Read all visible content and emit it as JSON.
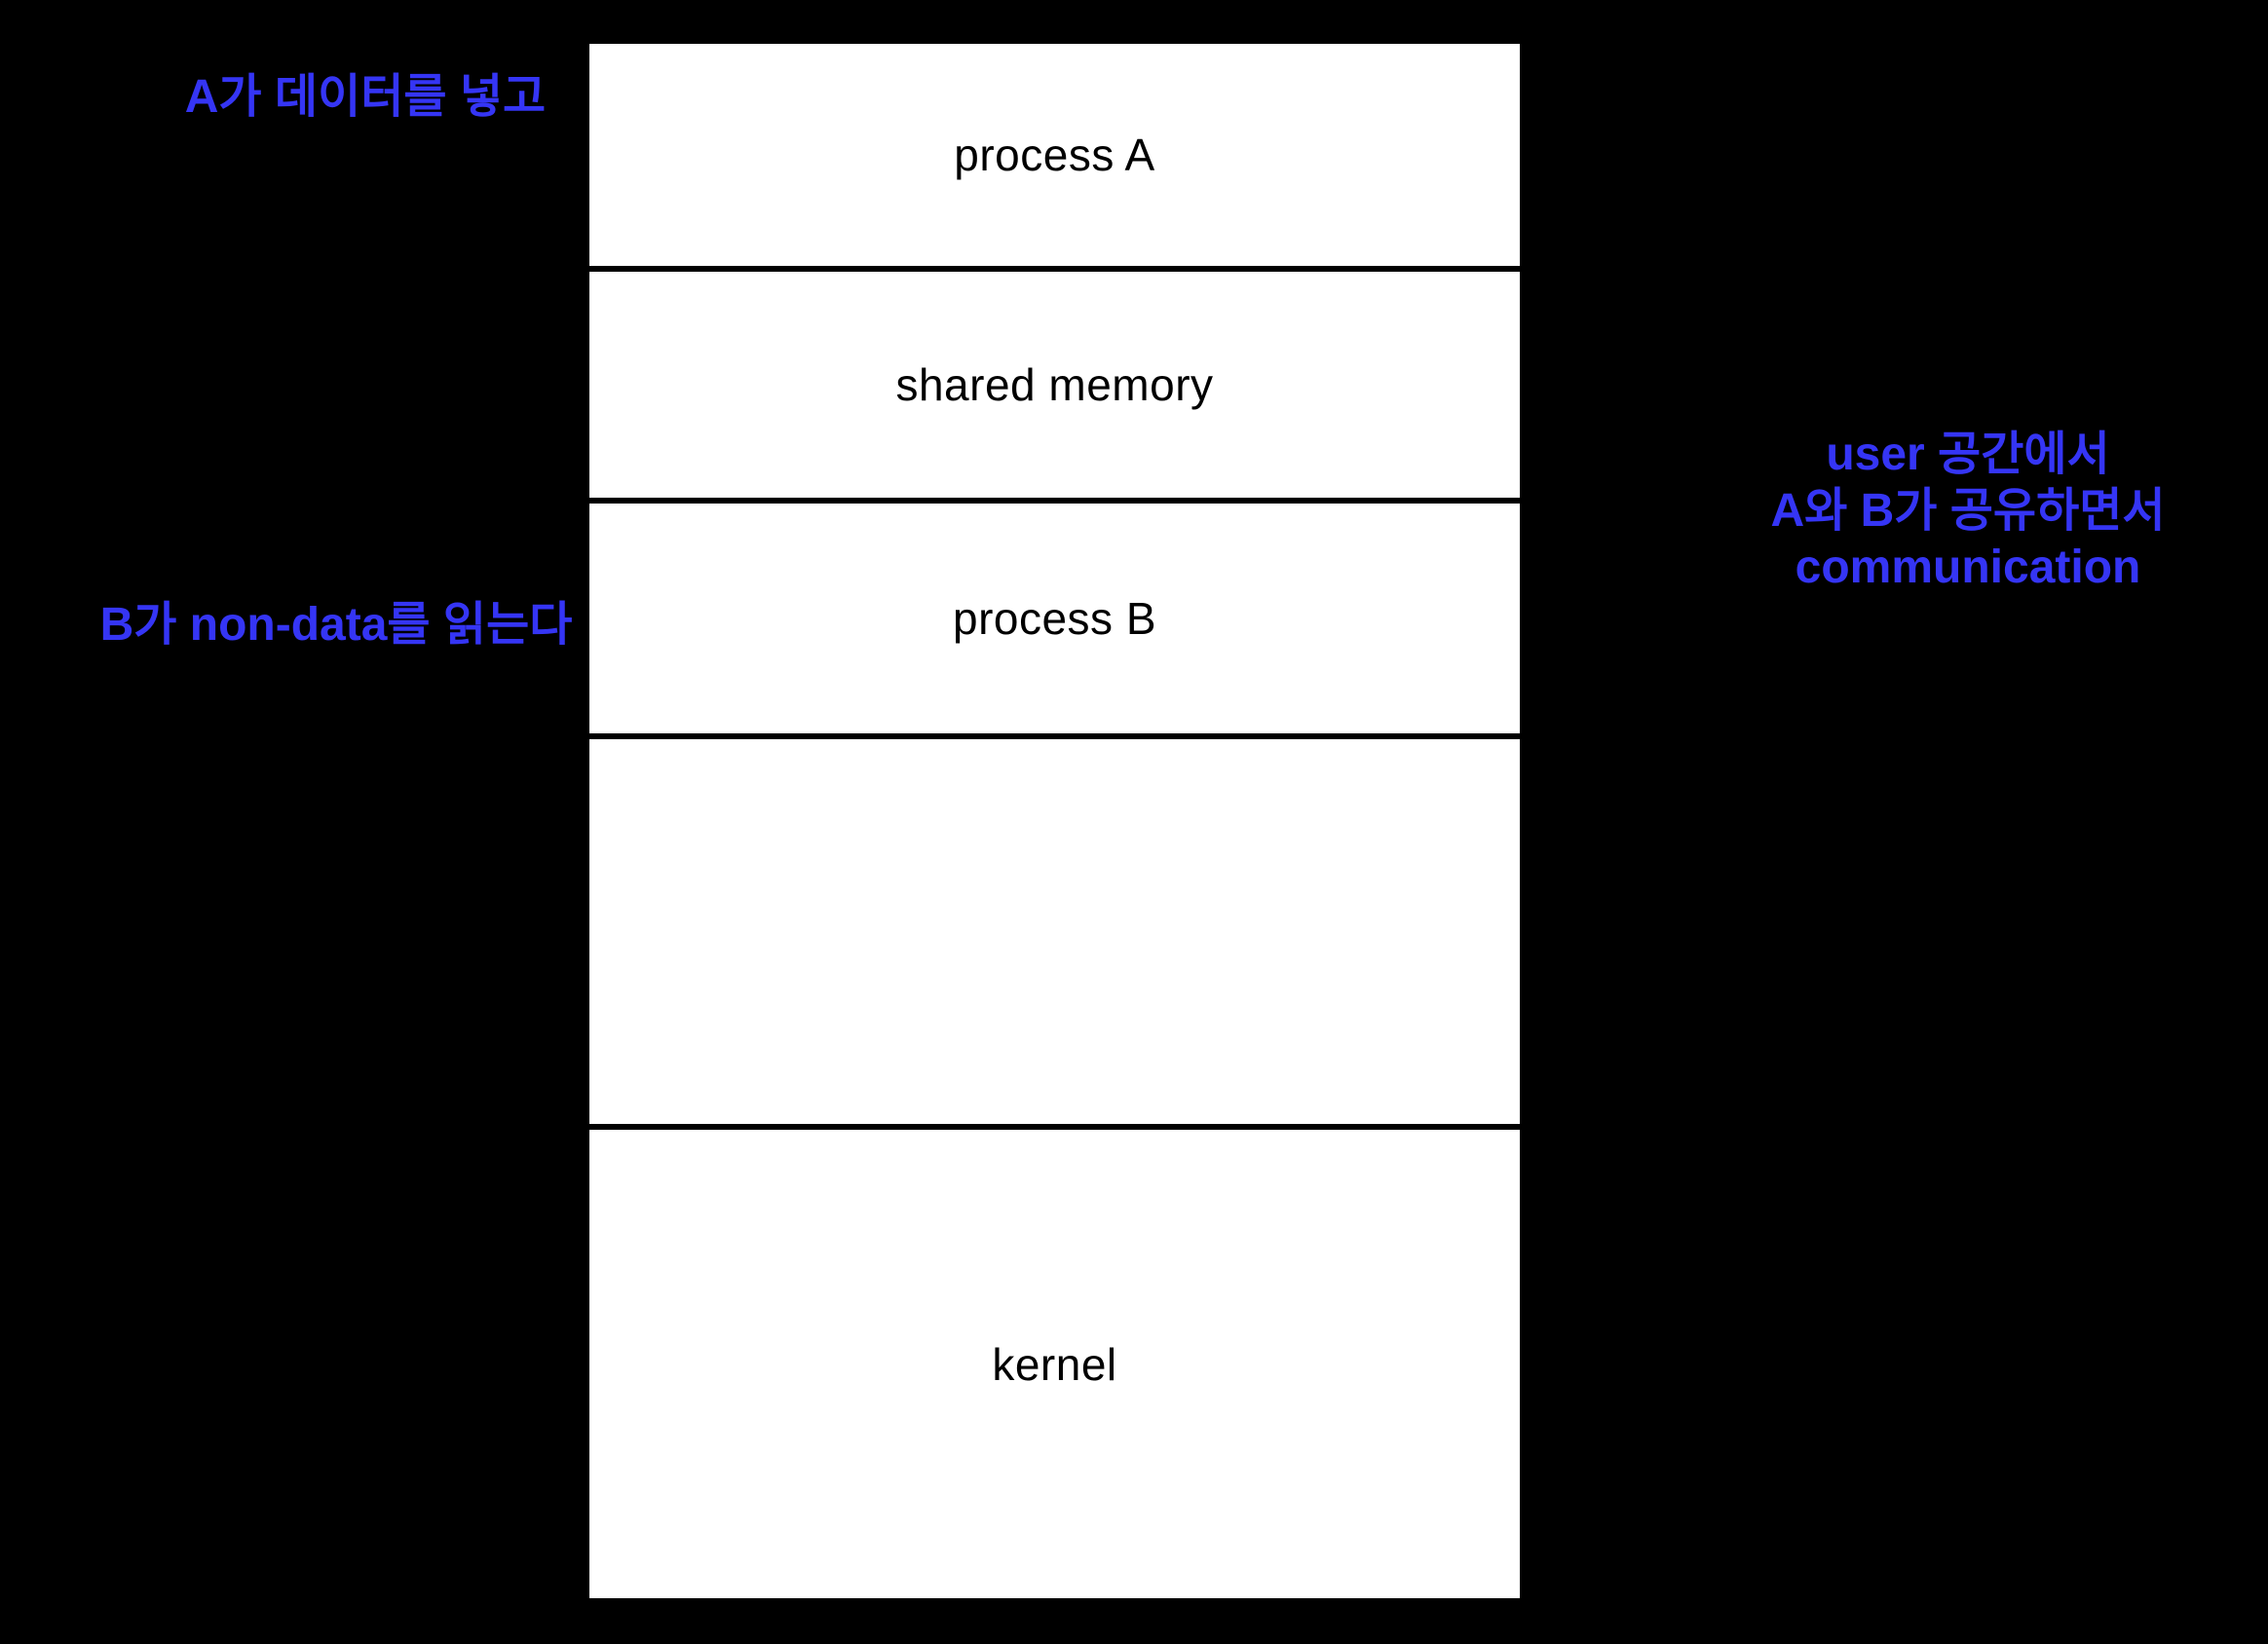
{
  "colors": {
    "background": "#000000",
    "box_fill": "#ffffff",
    "box_border": "#000000",
    "box_text": "#000000",
    "annotation_blue": "#3535f5"
  },
  "boxes": [
    {
      "name": "process-a",
      "label": "process A"
    },
    {
      "name": "shared-memory",
      "label": "shared memory"
    },
    {
      "name": "process-b",
      "label": "process B"
    },
    {
      "name": "empty-region",
      "label": ""
    },
    {
      "name": "kernel",
      "label": "kernel"
    }
  ],
  "annotations": {
    "left_top": "A가 데이터를 넣고",
    "left_middle": "B가 non-data를 읽는다",
    "right_lines": [
      "user 공간에서",
      "A와 B가 공유하면서",
      "communication"
    ]
  }
}
